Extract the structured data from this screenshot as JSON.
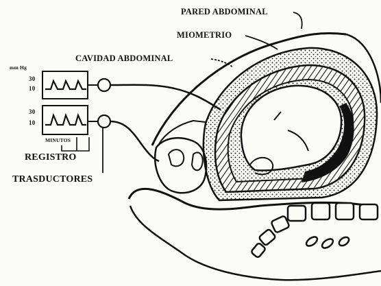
{
  "labels": {
    "pared_abdominal": "PARED ABDOMINAL",
    "miometrio": "MIOMETRIO",
    "cavidad_abdominal": "CAVIDAD ABDOMINAL",
    "registro": "REGISTRO",
    "transductores": "TRASDUCTORES",
    "minutos": "MINUTOS"
  },
  "recorders": {
    "unit": "mm Hg",
    "top": {
      "ticks": [
        "30",
        "10"
      ]
    },
    "bottom": {
      "ticks": [
        "30",
        "10"
      ]
    }
  }
}
